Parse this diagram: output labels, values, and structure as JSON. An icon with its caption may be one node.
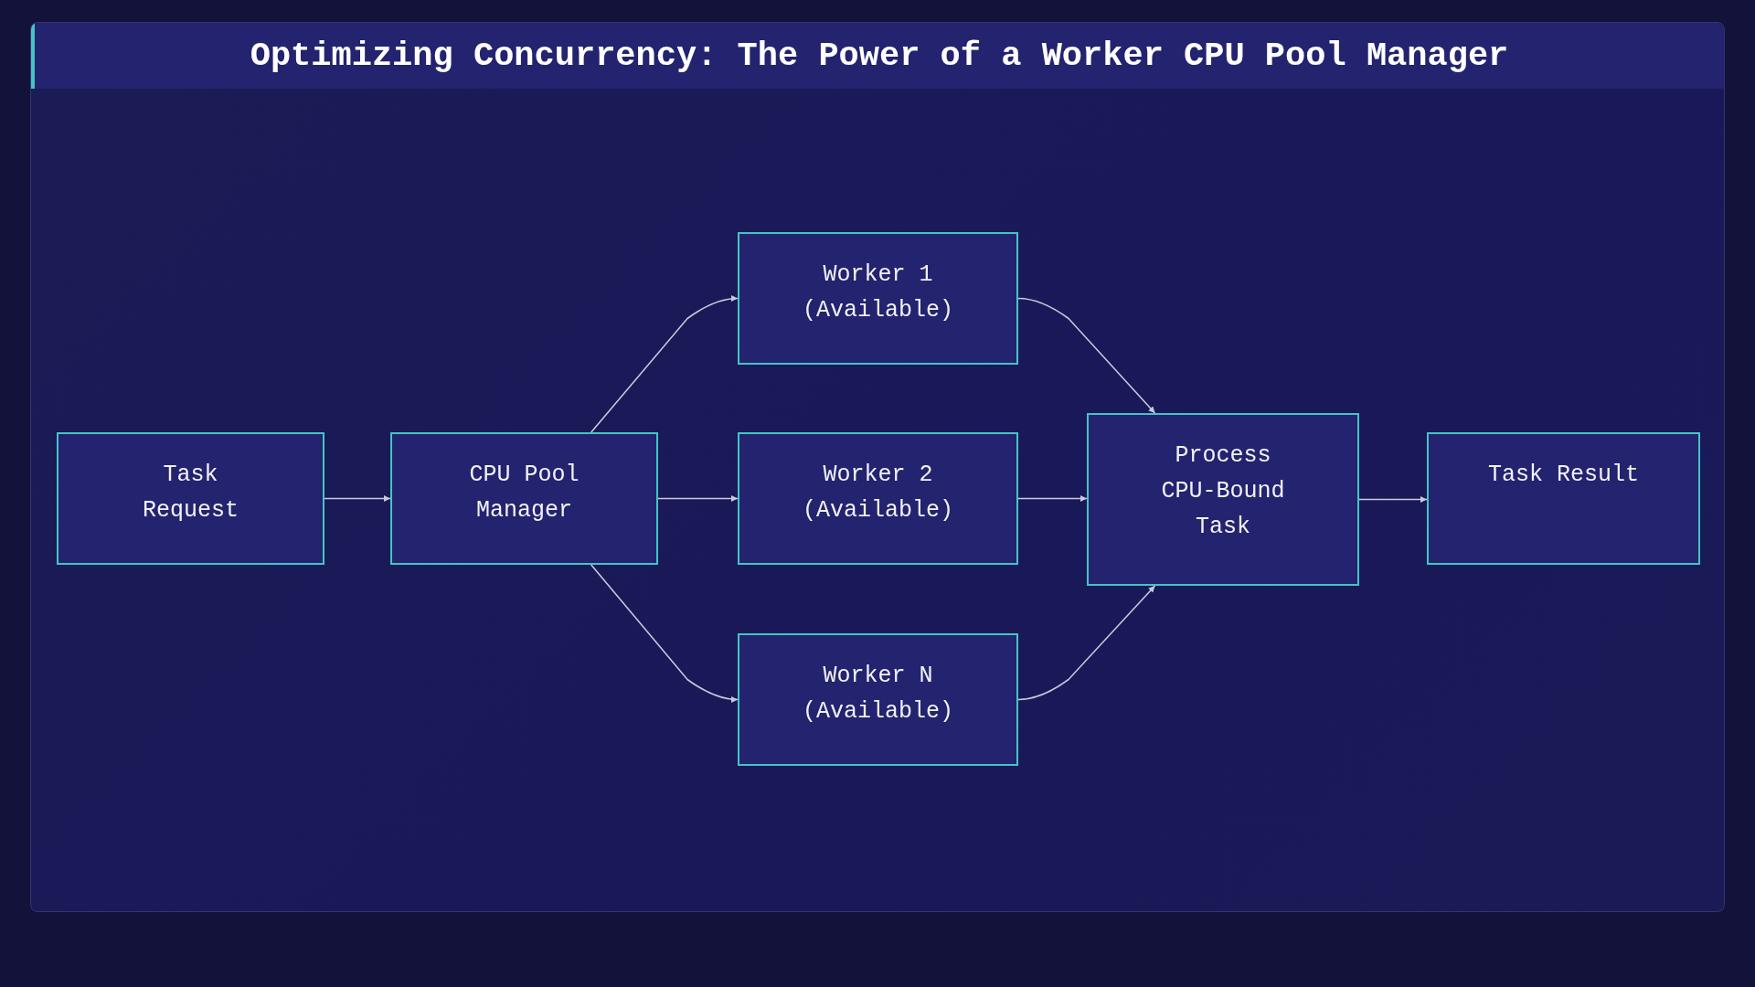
{
  "diagram": {
    "title": "Optimizing Concurrency: The Power of a Worker CPU Pool Manager",
    "nodes": [
      {
        "text": [
          "Task Request"
        ]
      },
      {
        "text": [
          "CPU Pool Manager"
        ]
      },
      {
        "text": [
          "Worker 1 (Available)"
        ]
      },
      {
        "text": [
          "Worker 2 (Available)"
        ]
      },
      {
        "text": [
          "Worker N (Available)"
        ]
      },
      {
        "text": [
          "Process CPU-Bound Task"
        ]
      },
      {
        "text": [
          "Task Result"
        ]
      }
    ],
    "edges": [
      {
        "from": 0,
        "to": 1,
        "arrow": "to"
      },
      {
        "from": 1,
        "to": 2,
        "arrow": "to"
      },
      {
        "from": 1,
        "to": 3,
        "arrow": "to"
      },
      {
        "from": 1,
        "to": 4,
        "arrow": "to"
      },
      {
        "from": 2,
        "to": 5,
        "arrow": "to"
      },
      {
        "from": 3,
        "to": 5,
        "arrow": "to"
      },
      {
        "from": 4,
        "to": 5,
        "arrow": "to"
      },
      {
        "from": 5,
        "to": 6,
        "arrow": "to"
      }
    ]
  }
}
